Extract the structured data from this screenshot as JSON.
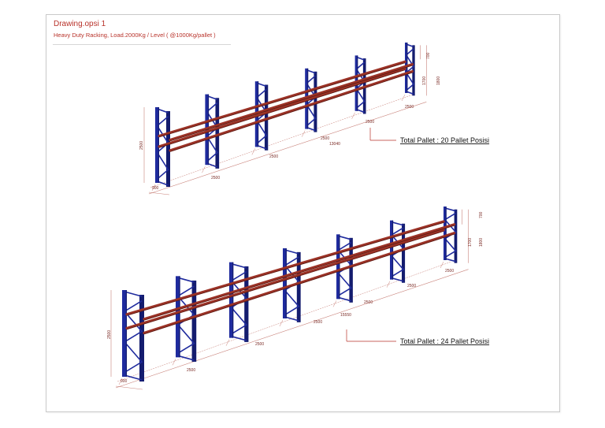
{
  "header": {
    "title": "Drawing.opsi 1",
    "subtitle": "Heavy Duty Racking, Load.2000Kg / Level ( @1000Kg/pallet )"
  },
  "colors": {
    "upright": "#1f2b9e",
    "upright_dark": "#141c6e",
    "beam": "#9b3226",
    "beam_dark": "#5f1b14",
    "dimension": "#c9837b",
    "title_red": "#b8322a"
  },
  "racks": [
    {
      "name": "upper-rack",
      "total_label": "Total Pallet : 20 Pallet Posisi",
      "bays": 5,
      "upright_count": 6,
      "dimensions": {
        "height_total": "2500",
        "height_upper": "700",
        "height_level": "1700",
        "height_side": "1800",
        "depth": "900",
        "bay_widths": [
          "2500",
          "2500",
          "2500",
          "2500",
          "2500"
        ],
        "total_length": "13040"
      }
    },
    {
      "name": "lower-rack",
      "total_label": "Total Pallet : 24 Pallet Posisi",
      "bays": 6,
      "upright_count": 7,
      "dimensions": {
        "height_total": "2500",
        "height_upper": "700",
        "height_level": "1700",
        "height_side": "1800",
        "depth": "900",
        "bay_widths": [
          "2500",
          "2500",
          "2500",
          "2500",
          "2500",
          "2500"
        ],
        "total_length": "15550"
      }
    }
  ]
}
